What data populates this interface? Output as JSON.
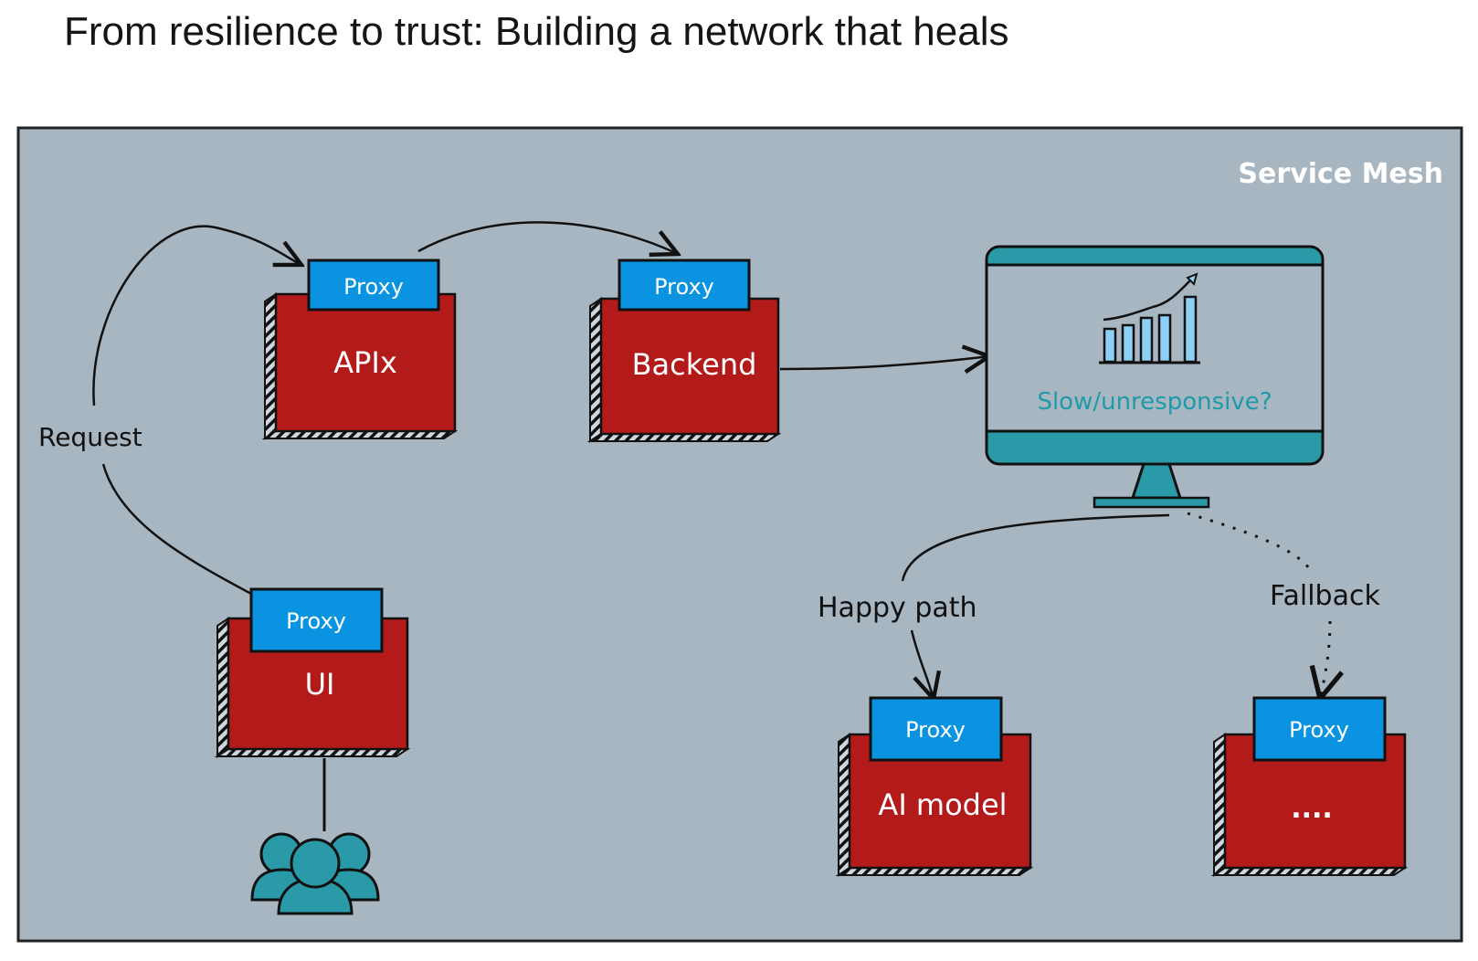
{
  "title": "From resilience to trust: Building a network that heals",
  "mesh_label": "Service Mesh",
  "colors": {
    "mesh_bg": "#a8b6c2",
    "service_red": "#b31b1b",
    "proxy_blue": "#0a93e0",
    "teal": "#2a9aa8",
    "chart_bar": "#8ecff5"
  },
  "services": [
    {
      "id": "apix",
      "proxy": "Proxy",
      "label": "APIx"
    },
    {
      "id": "backend",
      "proxy": "Proxy",
      "label": "Backend"
    },
    {
      "id": "ui",
      "proxy": "Proxy",
      "label": "UI"
    },
    {
      "id": "ai-model",
      "proxy": "Proxy",
      "label": "AI model"
    },
    {
      "id": "other",
      "proxy": "Proxy",
      "label": "...."
    }
  ],
  "monitor": {
    "text": "Slow/unresponsive?"
  },
  "edges": {
    "request": "Request",
    "happy_path": "Happy path",
    "fallback": "Fallback"
  },
  "users_icon": "users-group-icon"
}
